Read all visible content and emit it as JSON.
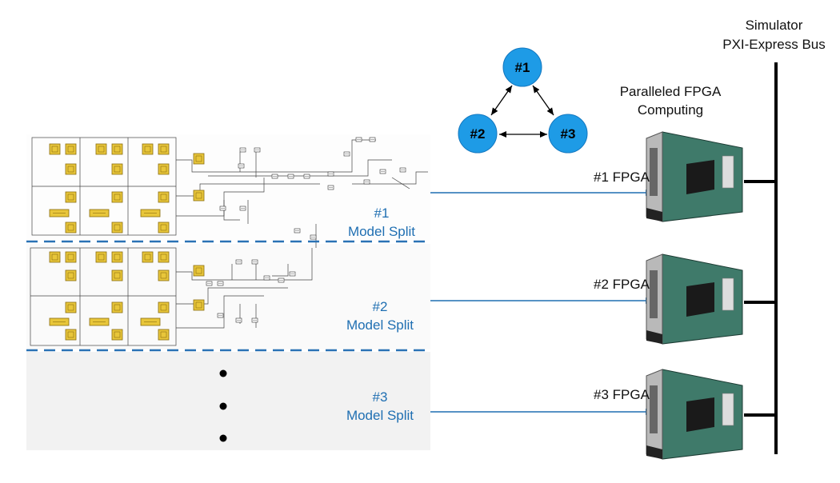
{
  "header": {
    "simulator_line1": "Simulator",
    "simulator_line2": "PXI-Express Bus",
    "paralleled_line1": "Paralleled FPGA",
    "paralleled_line2": "Computing"
  },
  "network": {
    "nodes": [
      "#1",
      "#2",
      "#3"
    ],
    "node_color": "#1e9be6"
  },
  "splits": [
    {
      "number": "#1",
      "label": "Model Split",
      "fpga": "#1 FPGA"
    },
    {
      "number": "#2",
      "label": "Model Split",
      "fpga": "#2 FPGA"
    },
    {
      "number": "#3",
      "label": "Model Split",
      "fpga": "#3 FPGA"
    }
  ],
  "colors": {
    "accent_blue": "#1f6fb2",
    "dashed_line": "#2a72b5",
    "placeholder_bg": "#f2f2f2",
    "module_yellow": "#e8c63a",
    "board_green": "#3f7a6a"
  }
}
